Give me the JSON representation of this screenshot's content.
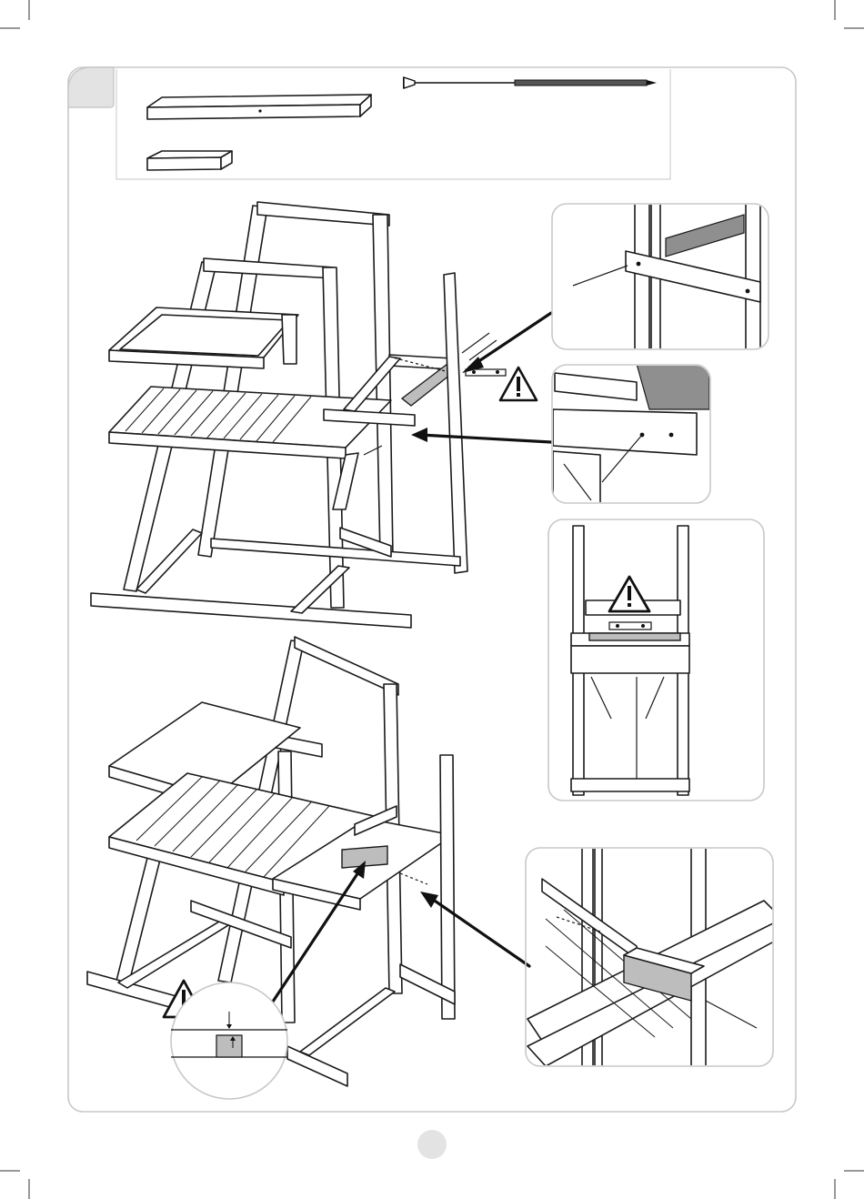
{
  "page": {
    "step_badge_color": "#e3e3e3",
    "frame_color": "#c8c8c8",
    "highlight_color": "#bdbdbd",
    "page_number_color": "#e3e3e3"
  },
  "parts_box": {
    "items": [
      {
        "id": "long-beam",
        "icon": "beam-long-icon"
      },
      {
        "id": "short-beam",
        "icon": "beam-short-icon"
      },
      {
        "id": "lag-screw",
        "icon": "screw-icon"
      }
    ]
  },
  "warnings": [
    {
      "id": "warning-top",
      "icon": "warning-icon"
    },
    {
      "id": "warning-level",
      "icon": "warning-icon"
    },
    {
      "id": "warning-bottom",
      "icon": "warning-icon"
    }
  ],
  "detail_views": [
    {
      "id": "detail-post-beam",
      "icon": "magnified-detail"
    },
    {
      "id": "detail-beam-screw",
      "icon": "magnified-detail"
    },
    {
      "id": "detail-level-check",
      "icon": "spirit-level-icon"
    },
    {
      "id": "detail-support-beam",
      "icon": "magnified-detail"
    },
    {
      "id": "detail-flush-circle",
      "icon": "magnified-detail"
    }
  ]
}
